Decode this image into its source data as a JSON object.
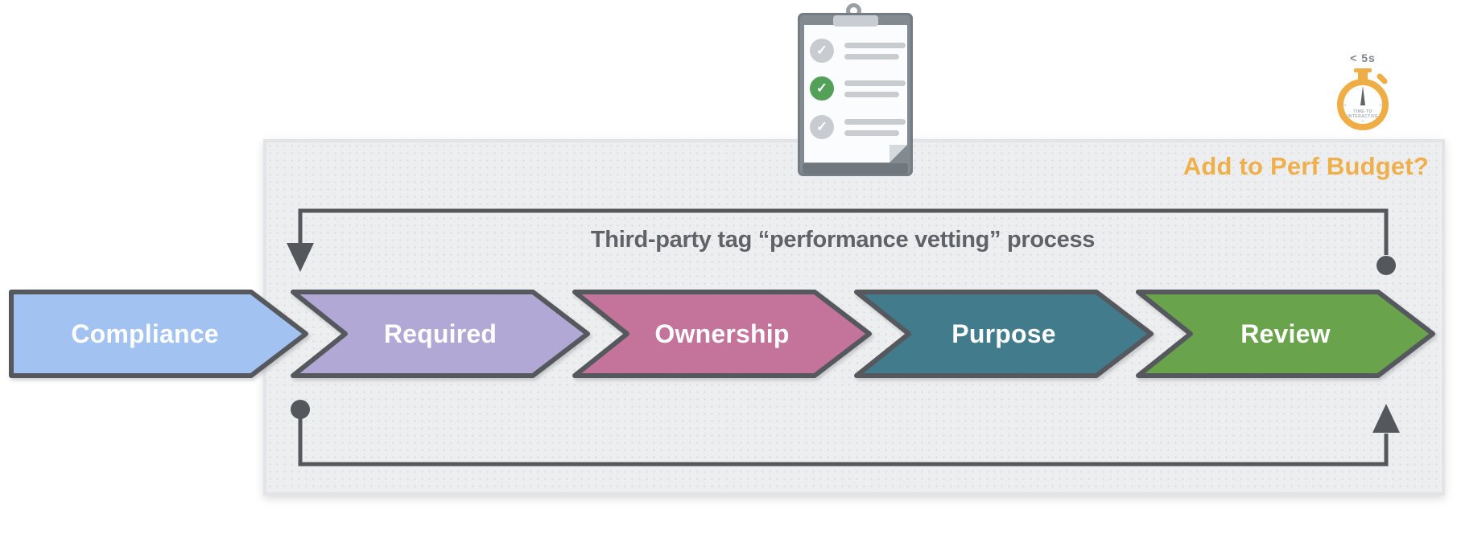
{
  "title": "Third-party tag “performance vetting” process",
  "perf_budget": {
    "label": "Add to Perf Budget?",
    "color": "#EFB04C"
  },
  "stopwatch": {
    "caption": "< 5s",
    "dial_line1": "TIME-TO",
    "dial_line2": "INTERACTIVE",
    "ring_color": "#EFAE45"
  },
  "clipboard": {
    "check_glyph": "✓",
    "checked_color": "#53A158",
    "unchecked_color": "#C8CCD0",
    "items": [
      {
        "checked": false
      },
      {
        "checked": true
      },
      {
        "checked": false
      }
    ]
  },
  "stages": [
    {
      "label": "Compliance",
      "color": "#A2C3F2"
    },
    {
      "label": "Required",
      "color": "#B2A8D6"
    },
    {
      "label": "Ownership",
      "color": "#C4749B"
    },
    {
      "label": "Purpose",
      "color": "#417B8C"
    },
    {
      "label": "Review",
      "color": "#69A44C"
    }
  ],
  "colors": {
    "outline": "#55595E",
    "panel_bg": "#EDEEF0",
    "title_text": "#5F6368"
  }
}
